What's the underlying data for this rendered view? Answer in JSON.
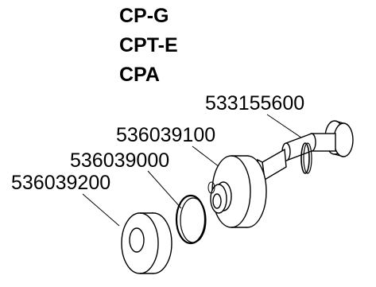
{
  "models": [
    "CP-G",
    "CPT-E",
    "CPA"
  ],
  "part_numbers": {
    "shaft": "533155600",
    "hub": "536039100",
    "ring": "536039000",
    "washer": "536039200"
  },
  "colors": {
    "line": "#000000",
    "background": "#ffffff",
    "shade": "#e0e0e0"
  }
}
